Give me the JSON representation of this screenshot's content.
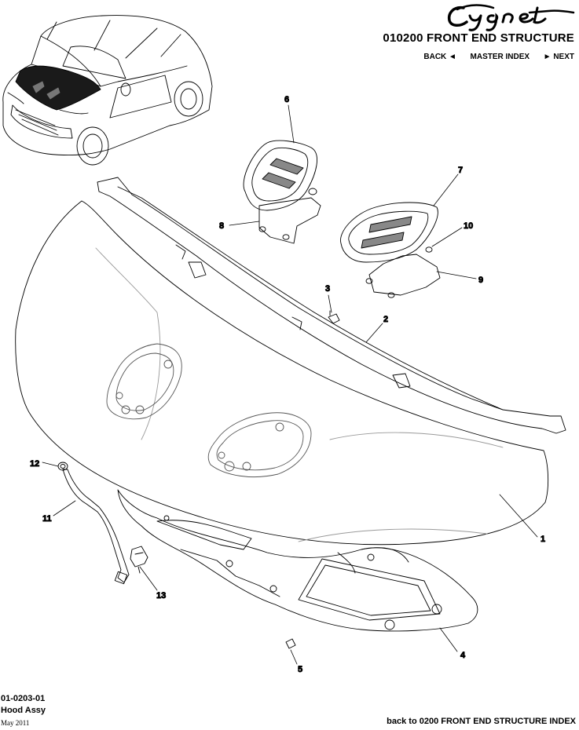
{
  "header": {
    "brand": "Cygnet",
    "section_title": "010200 FRONT END STRUCTURE",
    "nav": {
      "back_label": "BACK",
      "back_glyph": "◄",
      "master_index_label": "MASTER INDEX",
      "next_glyph": "►",
      "next_label": "NEXT"
    }
  },
  "callouts": [
    "1",
    "2",
    "3",
    "4",
    "5",
    "6",
    "7",
    "8",
    "9",
    "10",
    "11",
    "12",
    "13"
  ],
  "footer": {
    "code": "01-0203-01",
    "name": "Hood Assy",
    "date": "May 2011",
    "back_index_link": "back to 0200 FRONT END STRUCTURE INDEX"
  }
}
